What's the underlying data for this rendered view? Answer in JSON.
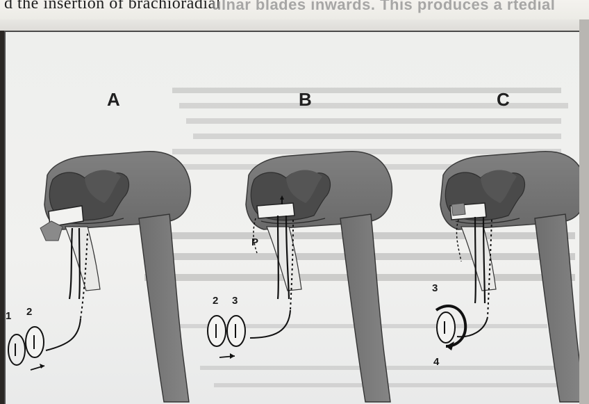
{
  "page": {
    "top_line": "d the insertion of brachioradial",
    "top_line_faded": "ulnar blades inwards. This produces a rtedial"
  },
  "figure": {
    "panels": [
      {
        "letter": "A",
        "numbers": [
          "1",
          "2"
        ]
      },
      {
        "letter": "B",
        "numbers": [
          "2",
          "3"
        ],
        "marker": "P"
      },
      {
        "letter": "C",
        "numbers": [
          "3",
          "4"
        ]
      }
    ]
  },
  "colors": {
    "humerus": "#737373",
    "humerus_dark": "#4c4c4c",
    "radius": "#777777",
    "ulna": "#5e5e5e",
    "paper": "#efefed",
    "ink": "#1a1a1a"
  }
}
